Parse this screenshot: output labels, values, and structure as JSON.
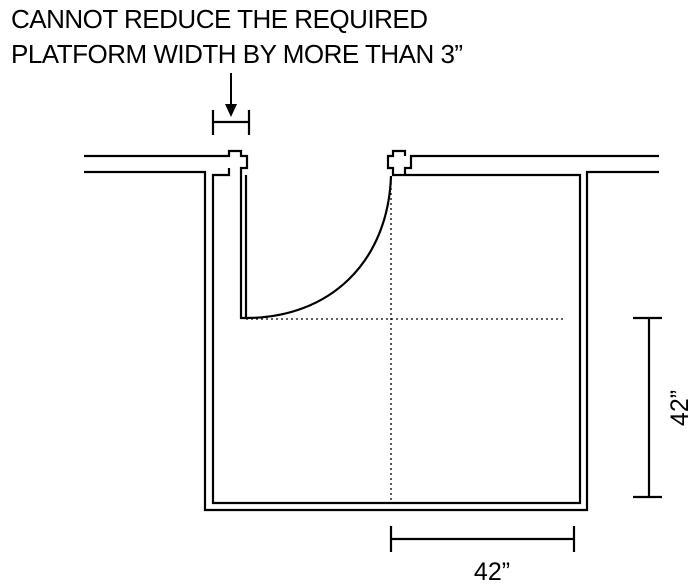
{
  "caption": {
    "line1": "CANNOT REDUCE THE REQUIRED",
    "line2": "PLATFORM WIDTH BY MORE THAN 3”"
  },
  "dimensions": {
    "vertical": "42”",
    "horizontal": "42”"
  }
}
